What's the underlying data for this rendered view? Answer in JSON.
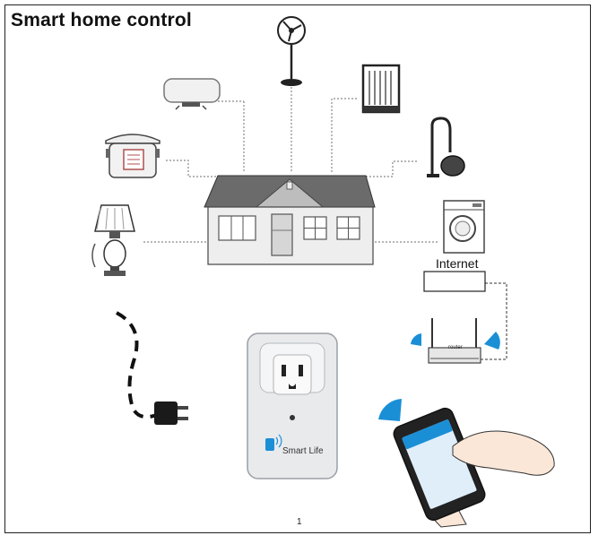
{
  "title": "Smart home control",
  "internet_label": "Internet",
  "plug_brand": "Smart Life",
  "router_label": "router",
  "page_number": "1",
  "icons": [
    "fan-icon",
    "water-heater-icon",
    "heater-icon",
    "rice-cooker-icon",
    "vacuum-cleaner-icon",
    "washing-machine-icon",
    "table-lamp-icon",
    "house-icon",
    "power-plug-icon",
    "smart-plug-icon",
    "router-icon",
    "smartphone-icon",
    "wifi-signal-icon"
  ],
  "colors": {
    "line": "#888888",
    "wifi": "#1a8fd6",
    "roof": "#6b6b6b",
    "house_wall": "#eeeeee",
    "plug_body": "#e8eaec"
  }
}
